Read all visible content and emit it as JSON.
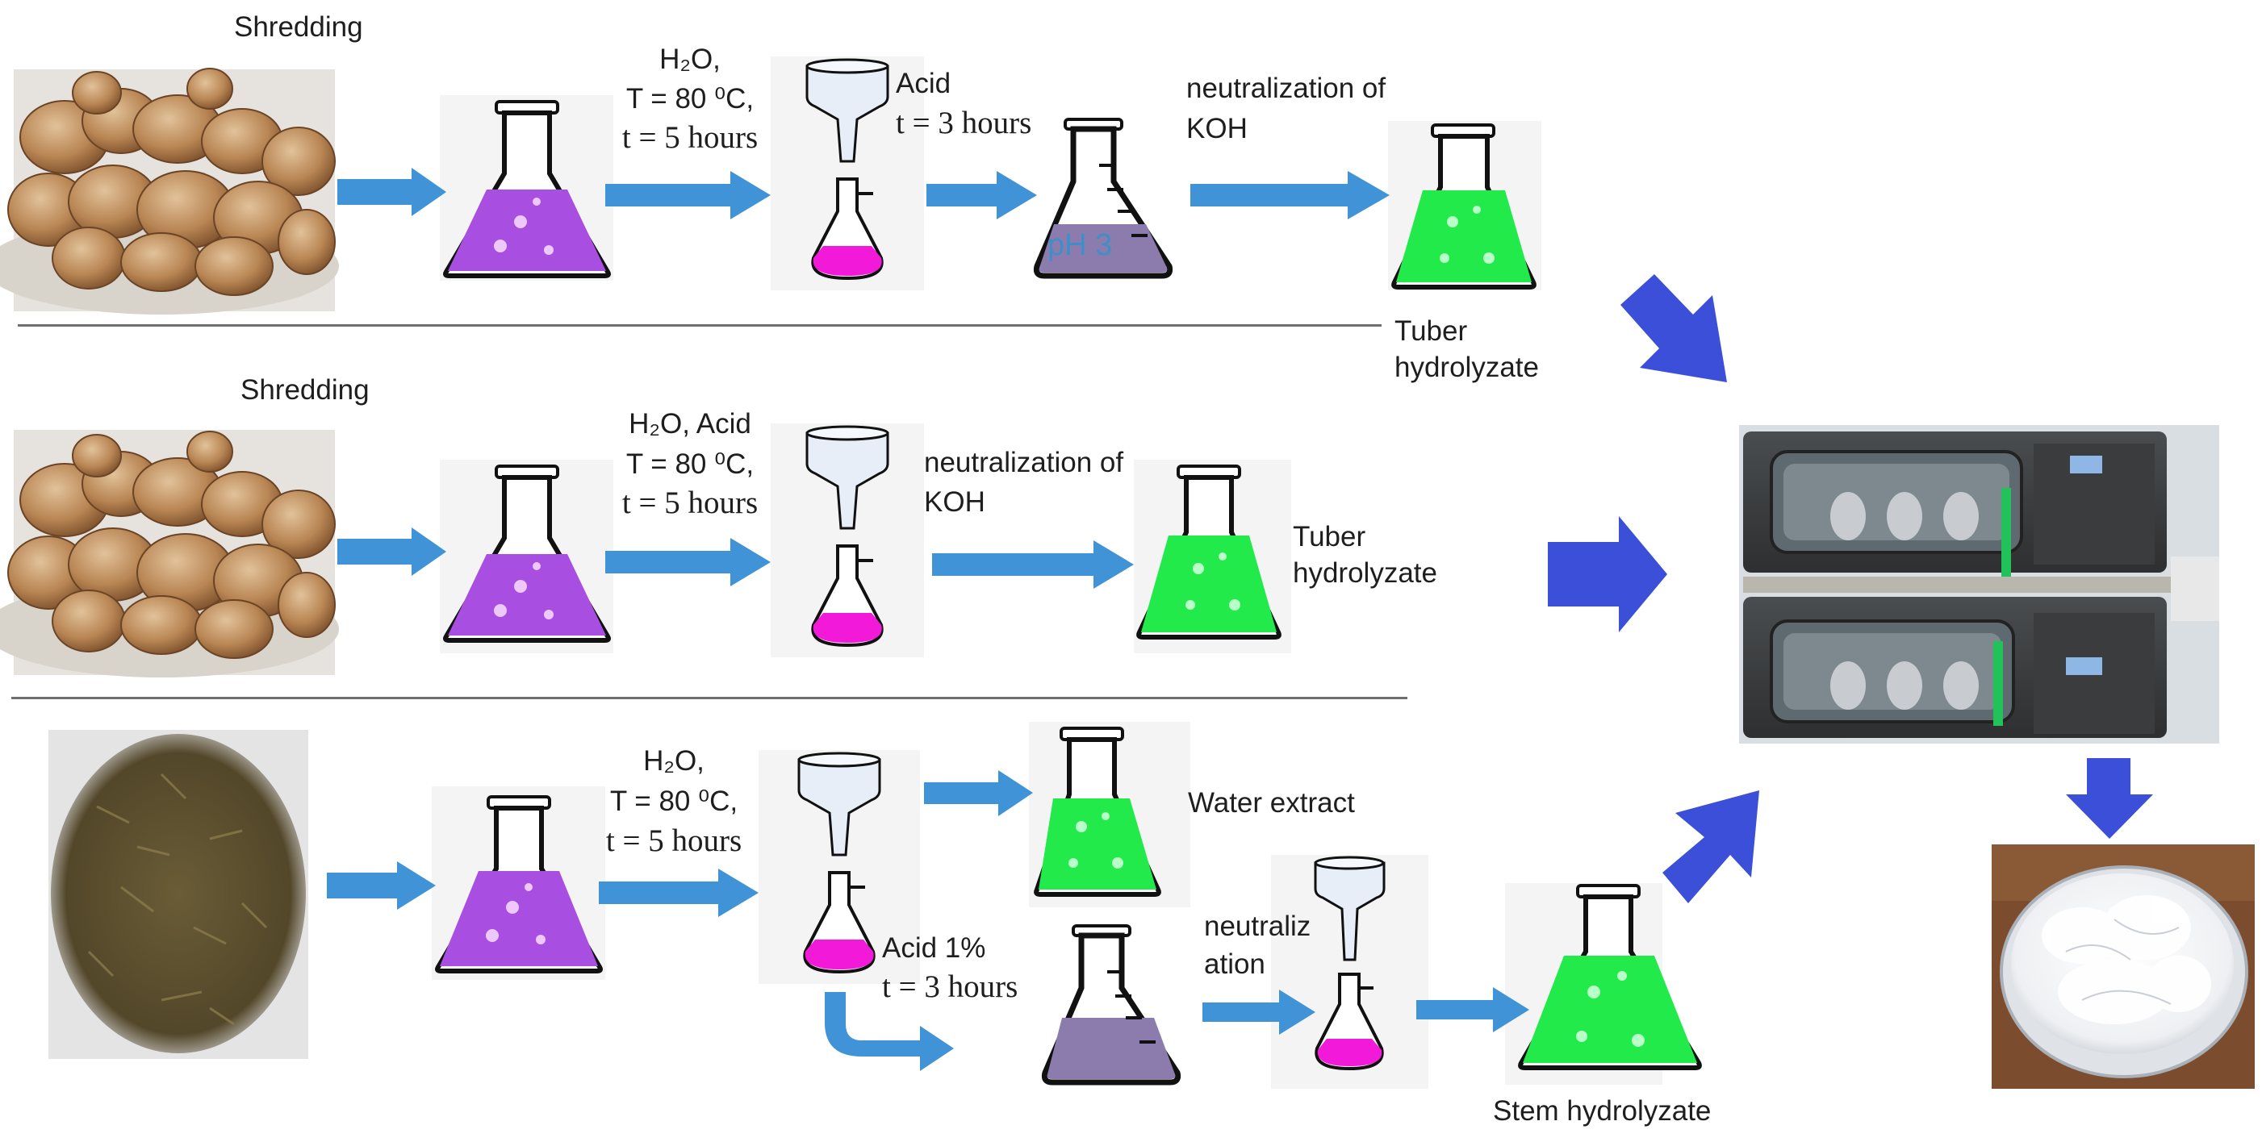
{
  "row1": {
    "shredding": "Shredding",
    "step1_l1": "H₂O,",
    "step1_l2": "T = 80 ⁰C,",
    "step1_l3": "t = 5 hours",
    "step2_l1": "Acid",
    "step2_l2": "t = 3 hours",
    "ph_label": "pH 3",
    "step3_l1": "neutralization of",
    "step3_l2": "KOH",
    "result_l1": "Tuber",
    "result_l2": "hydrolyzate"
  },
  "row2": {
    "shredding": "Shredding",
    "step1_l1": "H₂O, Acid",
    "step1_l2": "T = 80 ⁰C,",
    "step1_l3": "t = 5 hours",
    "step2_l1": "neutralization of",
    "step2_l2": "KOH",
    "result_l1": "Tuber",
    "result_l2": "hydrolyzate"
  },
  "row3": {
    "step1_l1": "H₂O,",
    "step1_l2": "T = 80 ⁰C,",
    "step1_l3": "t = 5 hours",
    "water_extract": "Water extract",
    "acid_l1": "Acid 1%",
    "acid_l2": "t = 3 hours",
    "neut_l1": "neutraliz",
    "neut_l2": "ation",
    "result": "Stem hydrolyzate"
  },
  "colors": {
    "arrow_blue": "#3f93d6",
    "arrow_indigo": "#3b4fd8",
    "purple_liquid": "#a84ee0",
    "magenta_liquid": "#f21ad8",
    "green_liquid": "#22ea4a",
    "grey_liquid": "#8c7cae",
    "outline": "#111111"
  },
  "icons": [
    "jerusalem-artichoke-tuber-photo",
    "shredded-stem-photo",
    "erlenmeyer-flask-icon",
    "filter-funnel-icon",
    "filter-flask-icon",
    "graduated-flask-icon",
    "incubator-shaker-photo",
    "white-product-photo"
  ]
}
